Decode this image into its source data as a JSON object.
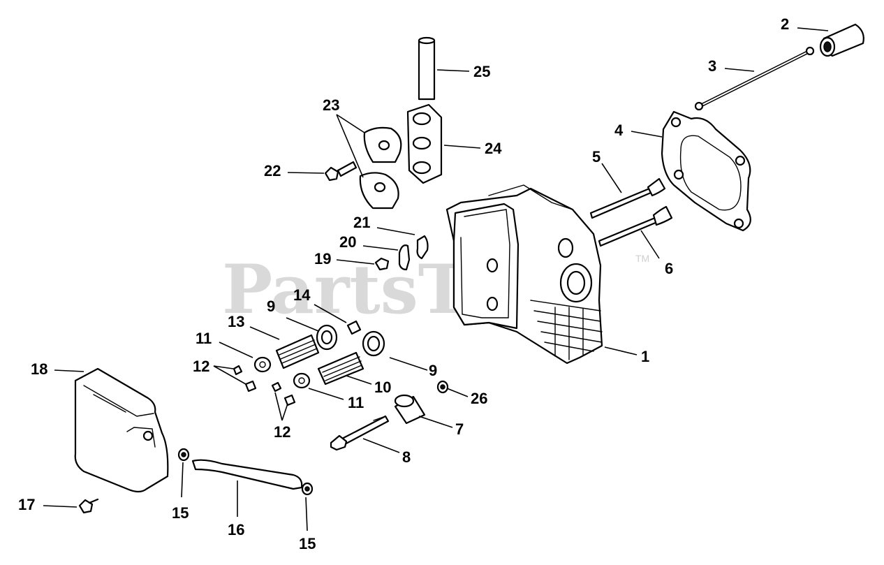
{
  "watermark": {
    "text": "PartsTree",
    "trademark": "TM"
  },
  "callouts": {
    "c1": "1",
    "c2": "2",
    "c3": "3",
    "c4": "4",
    "c5": "5",
    "c6": "6",
    "c7": "7",
    "c8": "8",
    "c9a": "9",
    "c9b": "9",
    "c10": "10",
    "c11a": "11",
    "c11b": "11",
    "c12a": "12",
    "c12b": "12",
    "c13": "13",
    "c14": "14",
    "c15a": "15",
    "c15b": "15",
    "c16": "16",
    "c17": "17",
    "c18": "18",
    "c19": "19",
    "c20": "20",
    "c21": "21",
    "c22": "22",
    "c23": "23",
    "c24": "24",
    "c25": "25",
    "c26": "26"
  }
}
